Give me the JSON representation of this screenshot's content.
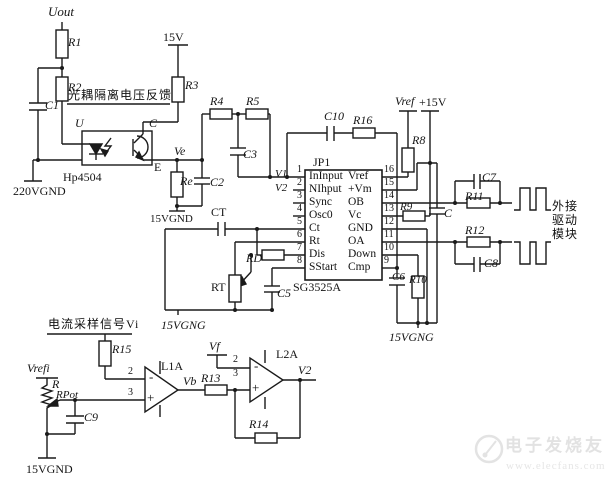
{
  "labels": {
    "uout": "Uout",
    "r1": "R1",
    "r2": "R2",
    "c1": "C1",
    "u": "U",
    "c_opto": "C",
    "hp4504": "Hp4504",
    "gnd220": "220VGND",
    "v15": "15V",
    "r3": "R3",
    "e": "E",
    "ve": "Ve",
    "re": "Re",
    "c2": "C2",
    "gnd15_left": "15VGND",
    "r4": "R4",
    "r5": "R5",
    "c3": "C3",
    "ct": "CT",
    "c10": "C10",
    "r16": "R16",
    "v1": "V1",
    "v2_pin": "V2",
    "rd": "RD",
    "rt": "RT",
    "c5": "C5",
    "gnd15g_left": "15VGNG",
    "vref": "Vref",
    "plus15": "+15V",
    "r8": "R8",
    "r9": "R9",
    "c_bypass": "C",
    "c7": "C7",
    "r11": "R11",
    "r12": "R12",
    "c8": "C8",
    "c6": "C6",
    "r10": "R10",
    "gnd15g_right": "15VGNG",
    "r15": "R15",
    "vrefi": "Vrefi",
    "r": "R",
    "rpot": "RPot",
    "c9": "C9",
    "gnd15_bottom": "15VGND",
    "l1a": "L1A",
    "l2a": "L2A",
    "vb": "Vb",
    "r13": "R13",
    "r14": "R14",
    "vf": "Vf",
    "v2_out": "V2",
    "opamp_pin2": "2",
    "opamp_pin3": "3",
    "minus": "-",
    "plus": "+"
  },
  "notes": {
    "feedback": "光耦隔离电压反馈",
    "current_sample": "电流采样信号Vi"
  },
  "chip": {
    "name": "JP1",
    "part": "SG3525A",
    "pins_left": [
      {
        "n": "1",
        "label": "InInput"
      },
      {
        "n": "2",
        "label": "NIhput"
      },
      {
        "n": "3",
        "label": "Sync"
      },
      {
        "n": "4",
        "label": "Osc0"
      },
      {
        "n": "5",
        "label": "Ct"
      },
      {
        "n": "6",
        "label": "Rt"
      },
      {
        "n": "7",
        "label": "Dis"
      },
      {
        "n": "8",
        "label": "SStart"
      }
    ],
    "pins_right": [
      {
        "n": "16",
        "label": "Vref"
      },
      {
        "n": "15",
        "label": "+Vm"
      },
      {
        "n": "14",
        "label": "OB"
      },
      {
        "n": "13",
        "label": "Vc"
      },
      {
        "n": "12",
        "label": "GND"
      },
      {
        "n": "11",
        "label": "OA"
      },
      {
        "n": "10",
        "label": "Down"
      },
      {
        "n": "9",
        "label": "Cmp"
      }
    ]
  },
  "drive_module": {
    "line1": "外接",
    "line2": "驱动",
    "line3": "模块"
  },
  "watermark": {
    "brand": "电子发烧友",
    "url": "www.elecfans.com"
  }
}
